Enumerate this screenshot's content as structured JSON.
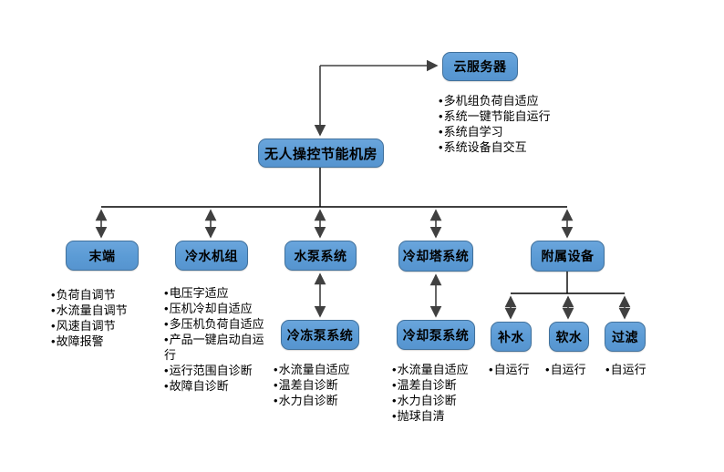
{
  "diagram": {
    "root": {
      "label": "无人操控节能机房"
    },
    "cloud": {
      "label": "云服务器",
      "features": [
        "多机组负荷自适应",
        "系统一键节能自运行",
        "系统自学习",
        "系统设备自交互"
      ]
    },
    "branches": [
      {
        "label": "末端",
        "features": [
          "负荷自调节",
          "水流量自调节",
          "风速自调节",
          "故障报警"
        ]
      },
      {
        "label": "冷水机组",
        "features": [
          "电压字适应",
          "压机冷却自适应",
          "多压机负荷自适应",
          "产品一键启动自运行",
          "运行范围自诊断",
          "故障自诊断"
        ]
      },
      {
        "label": "水泵系统",
        "sub": {
          "label": "冷冻泵系统",
          "features": [
            "水流量自适应",
            "温差自诊断",
            "水力自诊断"
          ]
        }
      },
      {
        "label": "冷却塔系统",
        "sub": {
          "label": "冷却泵系统",
          "features": [
            "水流量自适应",
            "温差自诊断",
            "水力自诊断",
            "抛球自清"
          ]
        }
      },
      {
        "label": "附属设备",
        "children": [
          {
            "label": "补水",
            "features": [
              "自运行"
            ]
          },
          {
            "label": "软水",
            "features": [
              "自运行"
            ]
          },
          {
            "label": "过滤",
            "features": [
              "自运行"
            ]
          }
        ]
      }
    ],
    "colors": {
      "node_fill": "#5B9BD5",
      "node_border": "#41719C",
      "connector": "#404040"
    }
  }
}
